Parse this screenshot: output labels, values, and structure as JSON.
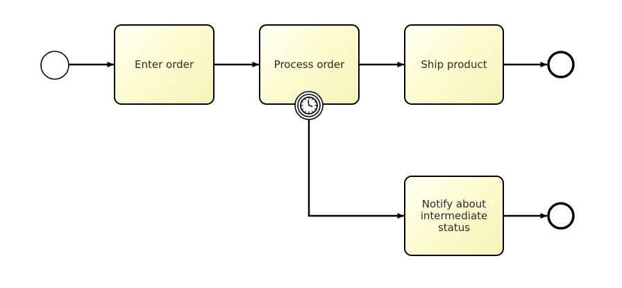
{
  "diagram": {
    "type": "bpmn-process",
    "colors": {
      "task_fill": "#fcfcd2",
      "stroke": "#000000",
      "text": "#2b2b2b"
    },
    "tasks": {
      "enter_order": "Enter order",
      "process_order": "Process order",
      "ship_product": "Ship product",
      "notify_status": "Notify about intermediate status"
    },
    "events": {
      "start": "start-event",
      "end_main": "end-event",
      "end_notify": "end-event",
      "boundary_timer": "timer-boundary-event"
    },
    "flows": [
      "start → Enter order",
      "Enter order → Process order",
      "Process order → Ship product",
      "Ship product → end",
      "timer → Notify about intermediate status",
      "Notify about intermediate status → end"
    ]
  }
}
